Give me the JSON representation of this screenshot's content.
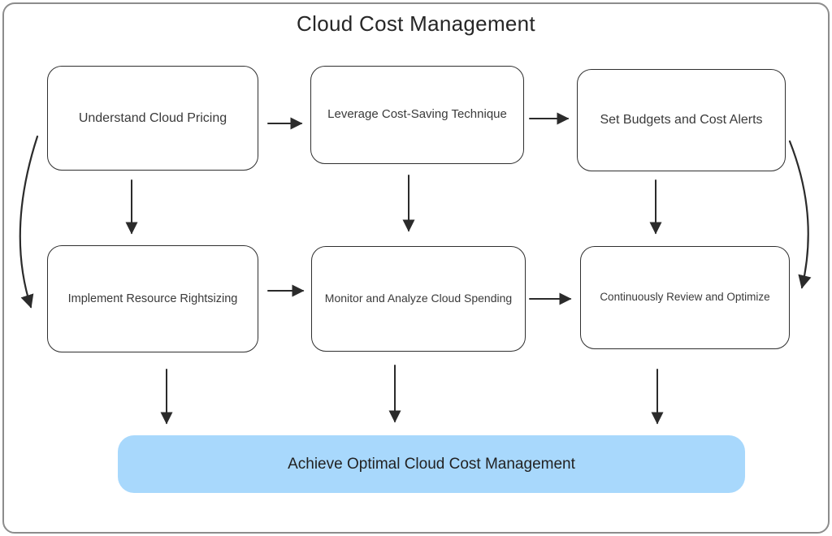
{
  "title": "Cloud Cost Management",
  "diagram": {
    "nodes": [
      {
        "label": "Understand Cloud Pricing"
      },
      {
        "label": "Leverage Cost-Saving Technique"
      },
      {
        "label": "Set Budgets and Cost Alerts"
      },
      {
        "label": "Implement Resource Rightsizing"
      },
      {
        "label": "Monitor and Analyze Cloud Spending"
      },
      {
        "label": "Continuously Review and Optimize"
      }
    ],
    "result": {
      "label": "Achieve Optimal Cloud Cost Management"
    },
    "edges": [
      {
        "from": "Understand Cloud Pricing",
        "to": "Leverage Cost-Saving Technique",
        "style": "straight-right"
      },
      {
        "from": "Leverage Cost-Saving Technique",
        "to": "Set Budgets and Cost Alerts",
        "style": "straight-right"
      },
      {
        "from": "Understand Cloud Pricing",
        "to": "Implement Resource Rightsizing",
        "style": "straight-down"
      },
      {
        "from": "Leverage Cost-Saving Technique",
        "to": "Monitor and Analyze Cloud Spending",
        "style": "straight-down"
      },
      {
        "from": "Set Budgets and Cost Alerts",
        "to": "Continuously Review and Optimize",
        "style": "straight-down"
      },
      {
        "from": "Understand Cloud Pricing",
        "to": "Implement Resource Rightsizing",
        "style": "curved-left"
      },
      {
        "from": "Set Budgets and Cost Alerts",
        "to": "Continuously Review and Optimize",
        "style": "curved-right"
      },
      {
        "from": "Implement Resource Rightsizing",
        "to": "Monitor and Analyze Cloud Spending",
        "style": "straight-right"
      },
      {
        "from": "Monitor and Analyze Cloud Spending",
        "to": "Continuously Review and Optimize",
        "style": "straight-right"
      },
      {
        "from": "Implement Resource Rightsizing",
        "to": "Achieve Optimal Cloud Cost Management",
        "style": "straight-down"
      },
      {
        "from": "Monitor and Analyze Cloud Spending",
        "to": "Achieve Optimal Cloud Cost Management",
        "style": "straight-down"
      },
      {
        "from": "Continuously Review and Optimize",
        "to": "Achieve Optimal Cloud Cost Management",
        "style": "straight-down"
      }
    ],
    "colors": {
      "result_fill": "#a8d8fc",
      "node_border": "#2f2f2f",
      "arrow": "#2b2b2b",
      "frame_border": "#8c8c8c",
      "text": "#3a3a3a"
    }
  }
}
